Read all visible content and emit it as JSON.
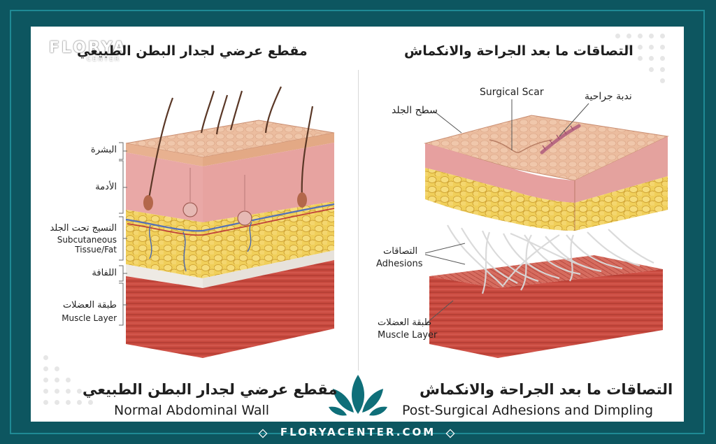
{
  "brand": {
    "logo_word": "FLORYA",
    "logo_sub": "CENTER",
    "footer_url": "FLORYACENTER.COM"
  },
  "left": {
    "title_ar": "مقطع عرضي لجدار البطن الطبيعي",
    "caption_ar": "مقطع عرضي لجدار البطن الطبيعي",
    "caption_en": "Normal Abdominal Wall",
    "labels": [
      {
        "ar": "البشرة",
        "en": ""
      },
      {
        "ar": "الأدمة",
        "en": ""
      },
      {
        "ar": "النسيج تحت الجلد",
        "en": "Subcutaneous Tissue/Fat"
      },
      {
        "ar": "اللفافة",
        "en": ""
      },
      {
        "ar": "طبقة العضلات",
        "en": "Muscle Layer"
      }
    ]
  },
  "right": {
    "title_ar": "التصاقات ما بعد الجراحة والانكماش",
    "caption_ar": "التصاقات ما بعد الجراحة والانكماش",
    "caption_en": "Post-Surgical Adhesions and Dimpling",
    "labels": {
      "surgical_scar_en": "Surgical Scar",
      "surgical_scar_ar": "ندبة جراحية",
      "skin_surface_ar": "سطح الجلد",
      "adhesions_ar": "التصاقات",
      "adhesions_en": "Adhesions",
      "muscle_ar": "طبقة العضلات",
      "muscle_en": "Muscle Layer"
    }
  },
  "colors": {
    "frame": "#0d5660",
    "accent": "#1f8a95",
    "skin": "#e9b89d",
    "dermis": "#e7a6a3",
    "fat": "#f0cf5a",
    "fascia": "#eeeae4",
    "muscle": "#c7483f"
  }
}
